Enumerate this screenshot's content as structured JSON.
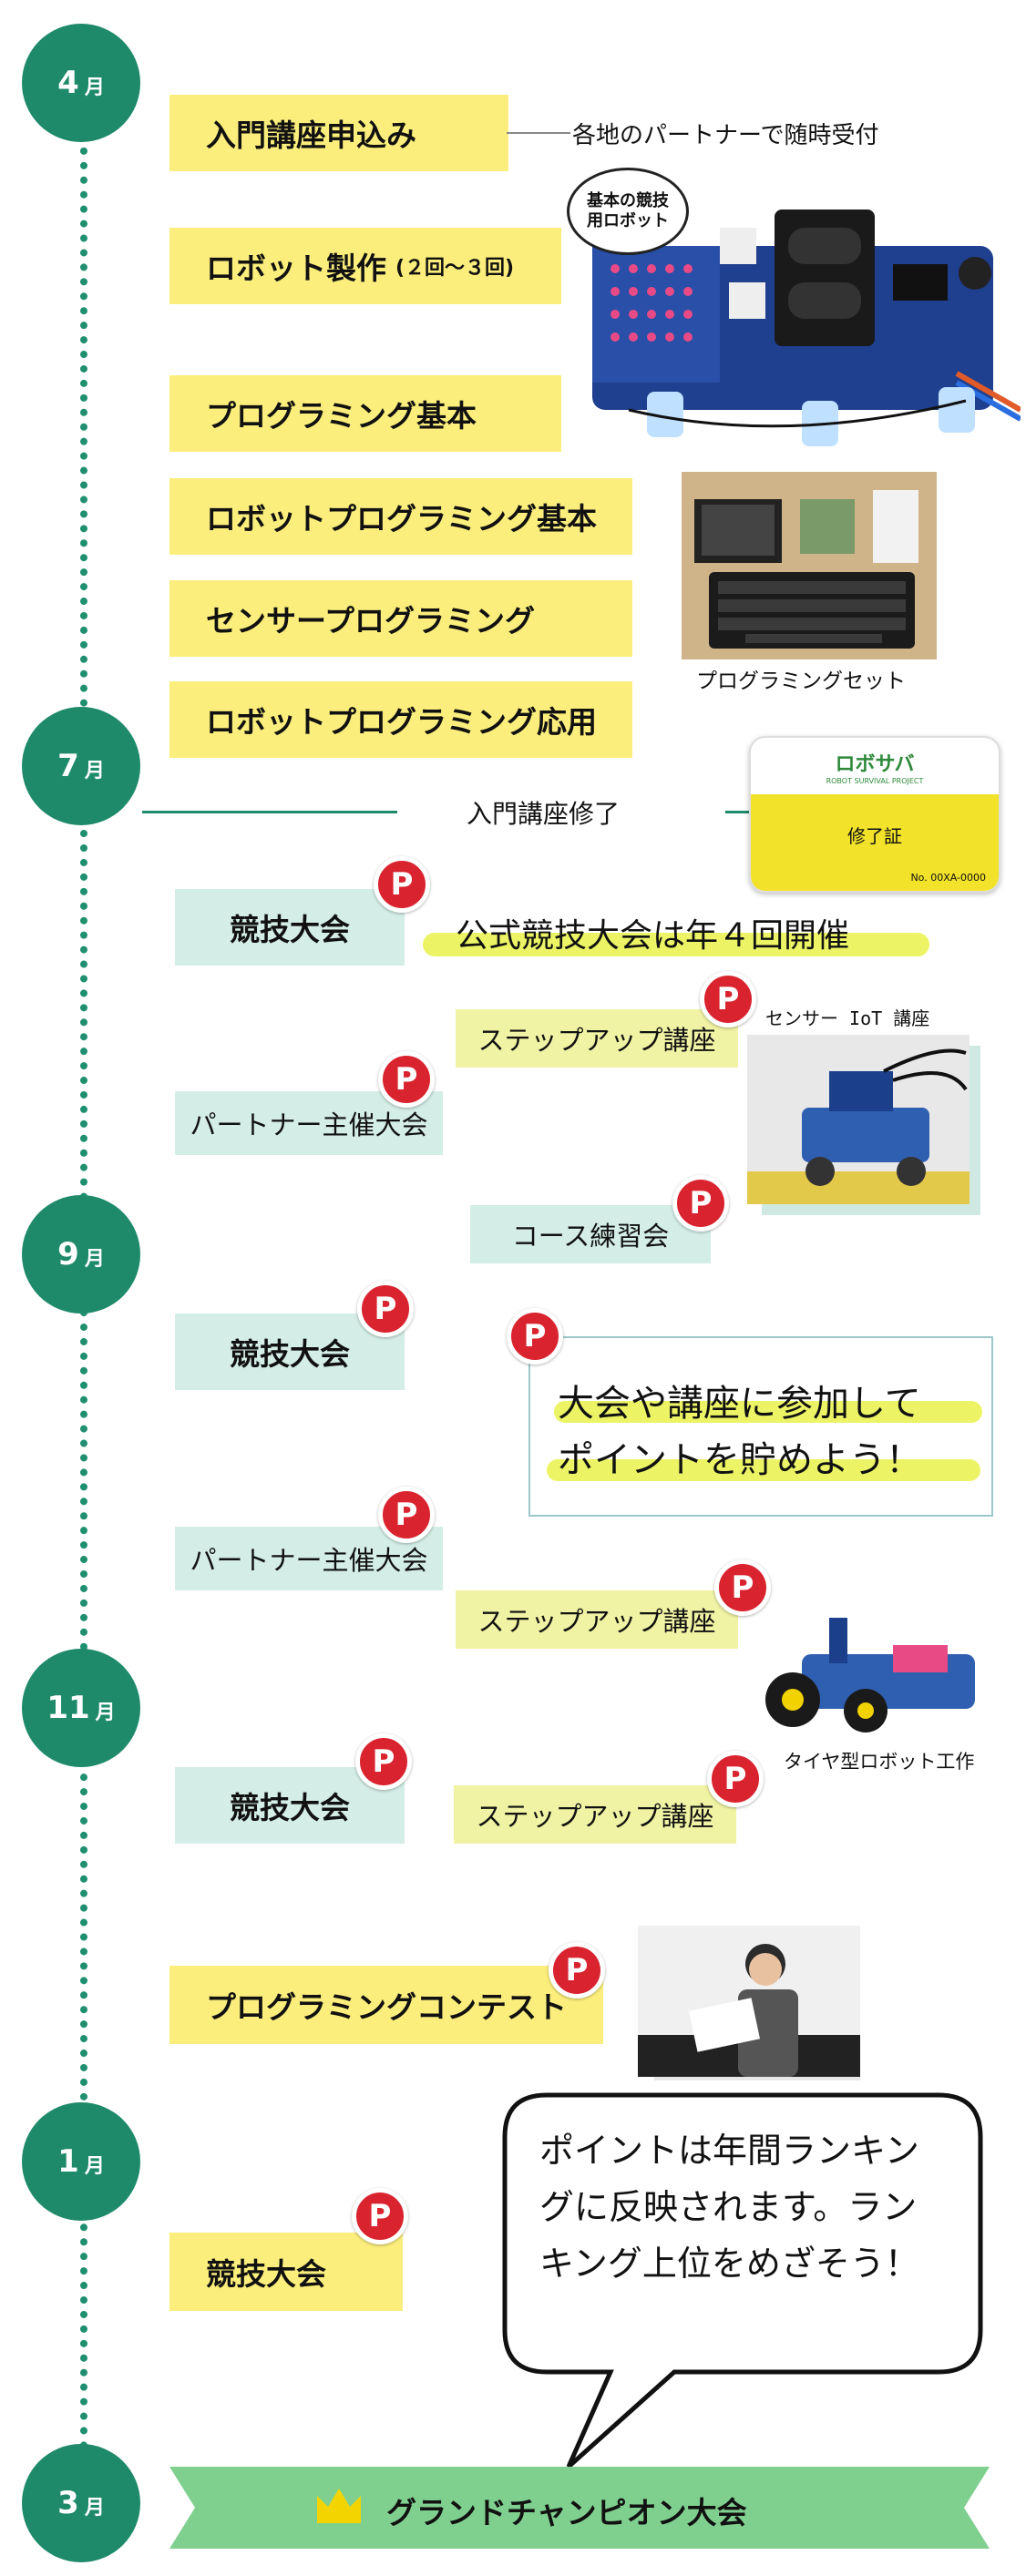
{
  "months": [
    "4",
    "7",
    "9",
    "11",
    "1",
    "3"
  ],
  "month_unit": "月",
  "april": {
    "intro_apply": "入門講座申込み",
    "intro_apply_note": "各地のパートナーで随時受付",
    "robot_build": "ロボット製作",
    "robot_build_sessions": "(２回～３回)",
    "robot_callout": "基本の競技用ロボット",
    "prog_basic": "プログラミング基本",
    "robot_prog_basic": "ロボットプログラミング基本",
    "sensor_prog": "センサープログラミング",
    "robot_prog_applied": "ロボットプログラミング応用",
    "kit_caption": "プログラミングセット"
  },
  "july": {
    "intro_complete": "入門講座修了",
    "certificate": {
      "logo": "ロボサバ",
      "logo_sub": "ROBOT SURVIVAL PROJECT",
      "label": "修了証",
      "number": "No. 00XA-0000"
    },
    "competition": "競技大会",
    "competition_note": "公式競技大会は年４回開催",
    "stepup": "ステップアップ講座",
    "sensor_iot_caption": "センサー IoT 講座",
    "partner_event": "パートナー主催大会",
    "course_practice": "コース練習会"
  },
  "september": {
    "competition": "競技大会",
    "points_note_line1": "大会や講座に参加して",
    "points_note_line2": "ポイントを貯めよう！",
    "partner_event": "パートナー主催大会",
    "stepup": "ステップアップ講座",
    "tire_robot_caption": "タイヤ型ロボット工作"
  },
  "november": {
    "competition": "競技大会",
    "stepup": "ステップアップ講座",
    "prog_contest": "プログラミングコンテスト"
  },
  "january": {
    "competition": "競技大会",
    "ranking_note": "ポイントは年間ランキングに反映されます。ランキング上位をめざそう！"
  },
  "march": {
    "grand_champion": "グランドチャンピオン大会"
  },
  "point_badge": "P",
  "colors": {
    "timeline_green": "#1e8a6a",
    "yellow_box": "#fbee7c",
    "mint_box": "#d4ede6",
    "badge_red": "#d9232f",
    "banner_green": "#7fcf8f",
    "crown": "#f3d400"
  }
}
